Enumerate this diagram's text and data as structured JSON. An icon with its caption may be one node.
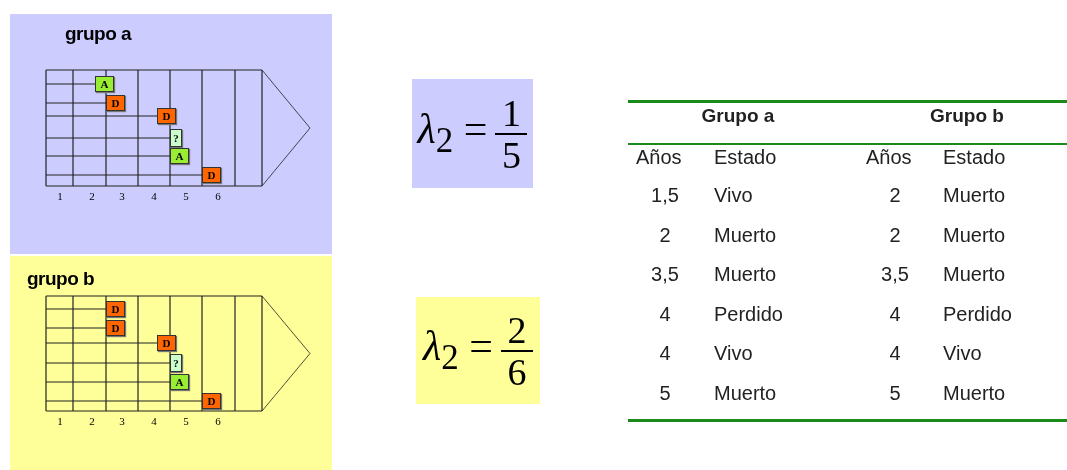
{
  "diagram": {
    "nodes": [
      {
        "text": [
          "grupo a"
        ]
      },
      {
        "text": [
          "A"
        ],
        "in": 0
      },
      {
        "text": [
          "D"
        ],
        "in": 0
      },
      {
        "text": [
          "D"
        ],
        "in": 0
      },
      {
        "text": [
          "?"
        ],
        "in": 0
      },
      {
        "text": [
          "A"
        ],
        "in": 0
      },
      {
        "text": [
          "D"
        ],
        "in": 0
      },
      {
        "text": [
          "grupo b"
        ]
      },
      {
        "text": [
          "D"
        ],
        "in": 7
      },
      {
        "text": [
          "D"
        ],
        "in": 7
      },
      {
        "text": [
          "D"
        ],
        "in": 7
      },
      {
        "text": [
          "?"
        ],
        "in": 7
      },
      {
        "text": [
          "A"
        ],
        "in": 7
      },
      {
        "text": [
          "D"
        ],
        "in": 7
      },
      {
        "text": [
          "*λ*$_{2}$ =",
          "1",
          "5"
        ]
      },
      {
        "text": [
          "*λ*$_{2}$ =",
          "2",
          "6"
        ]
      }
    ],
    "labels": [
      "1",
      "2",
      "3",
      "4",
      "5",
      "6",
      "1",
      "2",
      "3",
      "4",
      "5",
      "6",
      "Grupo a",
      "Grupo b",
      "Años",
      "Estado",
      "Años",
      "Estado",
      "1,5",
      "Vivo",
      "2",
      "Muerto",
      "2",
      "Muerto",
      "2",
      "Muerto",
      "3,5",
      "Muerto",
      "3,5",
      "Muerto",
      "4",
      "Perdido",
      "4",
      "Perdido",
      "4",
      "Vivo",
      "4",
      "Vivo",
      "5",
      "Muerto",
      "5",
      "Muerto"
    ]
  }
}
